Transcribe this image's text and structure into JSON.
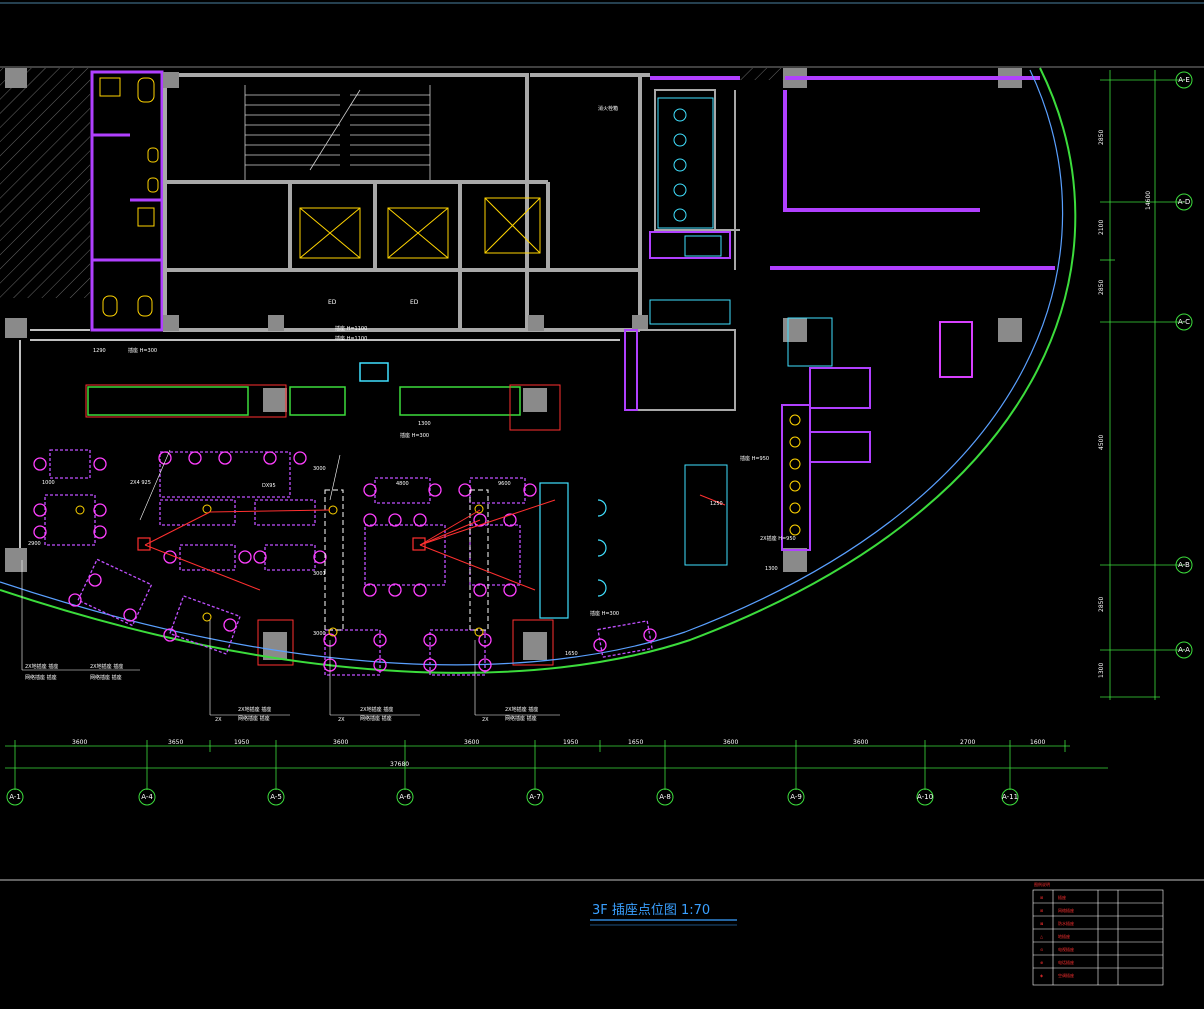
{
  "drawing": {
    "title": "3F 插座点位图 1:70",
    "total_dimension": "37680",
    "horizontal_dimensions": [
      "3600",
      "3650",
      "1950",
      "3600",
      "3600",
      "1950",
      "1650",
      "3600",
      "3600",
      "2700",
      "1600"
    ],
    "vertical_dimensions": [
      "2850",
      "2100",
      "2850",
      "4500",
      "2850",
      "1300"
    ],
    "vertical_total": "14600",
    "bottom_axes": [
      "A-1",
      "A-4",
      "A-5",
      "A-6",
      "A-7",
      "A-8",
      "A-9",
      "A-10",
      "A-11"
    ],
    "right_axes": [
      "A-E",
      "A-D",
      "A-C",
      "A-B",
      "A-A"
    ],
    "room_labels": {
      "elevator_tag_1": "ED",
      "elevator_tag_2": "ED",
      "vertical_sign": "消火栓箱"
    },
    "socket_notes": [
      "插座 H=300",
      "插座 H=300",
      "插座 H=1100",
      "插座 H=1100",
      "插座 H=950",
      "插座 H=300",
      "2X插座 H=950"
    ],
    "callouts": [
      {
        "line1": "2X地插座 插座",
        "line2": "网络插座 插座"
      },
      {
        "line1": "2X地插座 插座",
        "line2": "网络插座 插座"
      },
      {
        "line1": "2X地插座 插座",
        "line2": "网络插座 插座"
      },
      {
        "line1": "2X地插座 插座",
        "line2": "网络插座 插座"
      },
      {
        "line1": "2X地插座 插座",
        "line2": "网络插座 插座"
      }
    ],
    "callout_prefix": "2X",
    "table_labels": [
      "2X4 925",
      "DX95",
      "4800",
      "9600",
      "1000",
      "3000",
      "3001",
      "3000",
      "1300",
      "2900",
      "1650",
      "1300",
      "1250",
      "1290"
    ],
    "legend": {
      "header": "图例说明",
      "rows": [
        {
          "symbol": "⊞",
          "text": "插座"
        },
        {
          "symbol": "⊞",
          "text": "网络插座"
        },
        {
          "symbol": "⊠",
          "text": "防水插座"
        },
        {
          "symbol": "△",
          "text": "地插座"
        },
        {
          "symbol": "⊙",
          "text": "电视插座"
        },
        {
          "symbol": "⊕",
          "text": "电话插座"
        },
        {
          "symbol": "◈",
          "text": "空调插座"
        }
      ]
    }
  }
}
